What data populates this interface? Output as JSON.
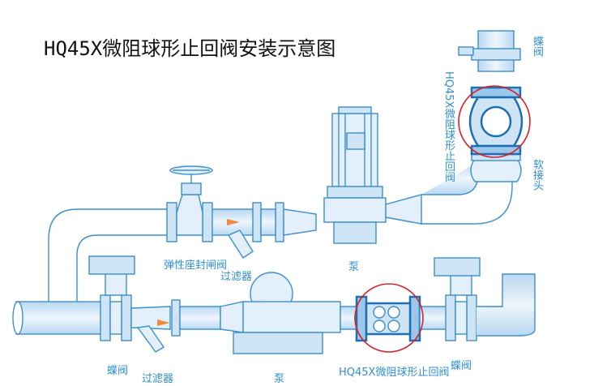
{
  "title": "HQ45X微阻球形止回阀安装示意图",
  "labels": {
    "butterfly_valve_top": "蝶阀",
    "check_valve_vertical": "HQ45X微阻球形止回阀",
    "soft_joint": "软接头",
    "gate_valve": "弹性座封闸阀",
    "filter_top": "过滤器",
    "pump_top": "泵",
    "butterfly_valve_bottom_left": "蝶阀",
    "filter_bottom": "过滤器",
    "pump_bottom": "泵",
    "check_valve_horizontal": "HQ45X微阻球形止回阀",
    "butterfly_valve_bottom_right": "蝶阀"
  },
  "colors": {
    "line": "#3b8fd0",
    "fill": "#cfe4f5",
    "fill_dark": "#9cc7ea",
    "highlight_ring": "#d6212a"
  }
}
